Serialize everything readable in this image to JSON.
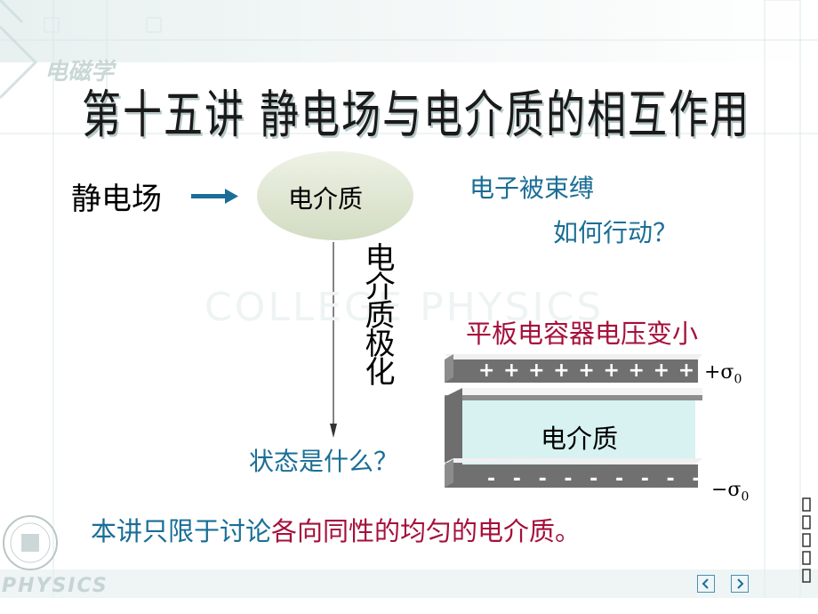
{
  "title": "第十五讲 静电场与电介质的相互作用",
  "watermark": {
    "subject": "电磁学",
    "college": "COLLEGE PHYSICS",
    "physics": "PHYSICS"
  },
  "diagram": {
    "field_label": "静电场",
    "ellipse_label": "电介质",
    "vertical_label": "电介质极化",
    "question_1": "电子被束缚",
    "question_2": "如何行动？",
    "state_question": "状态是什么？",
    "capacitor_caption": "平板电容器电压变小",
    "plus_signs": "+ + + + + + + + + +",
    "minus_signs": "- - - - - - - - -",
    "dielectric_label": "电介质",
    "plus_sigma": "+σ",
    "minus_sigma": "−σ",
    "sigma_subscript": "0"
  },
  "footer": {
    "statement_blue": "本讲只限于讨论",
    "statement_red": "各向同性的均匀的电介质。"
  },
  "nav": {
    "prev_icon": "nav-prev-icon",
    "next_icon": "nav-next-icon"
  },
  "colors": {
    "blue": "#1a6e96",
    "red": "#a5103a",
    "arrow": "#1a6e96",
    "dielectric": "#d8f2f2",
    "ellipse": "#dfe8d2"
  }
}
